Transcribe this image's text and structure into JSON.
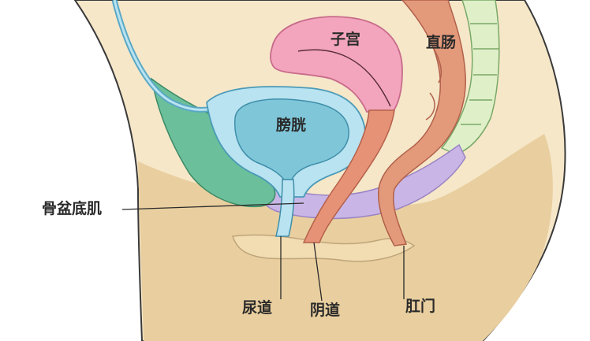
{
  "labels": {
    "uterus": "子宫",
    "rectum": "直肠",
    "bladder": "膀胱",
    "pelvic_floor": "骨盆底肌",
    "urethra": "尿道",
    "vagina": "阴道",
    "anus": "肛门"
  },
  "colors": {
    "skin": "#f6e7c9",
    "skin_outline": "#3a3a3a",
    "buttock": "#e9cf9f",
    "pubic_bone": "#6bbf9a",
    "bladder_outer": "#b9e3f1",
    "bladder_inner": "#7fc6d9",
    "uterus": "#f3a5bd",
    "vagina": "#e69277",
    "rectum": "#e39a7b",
    "pelvic_muscle": "#c9b6e6",
    "spine": "#dff0c9"
  }
}
